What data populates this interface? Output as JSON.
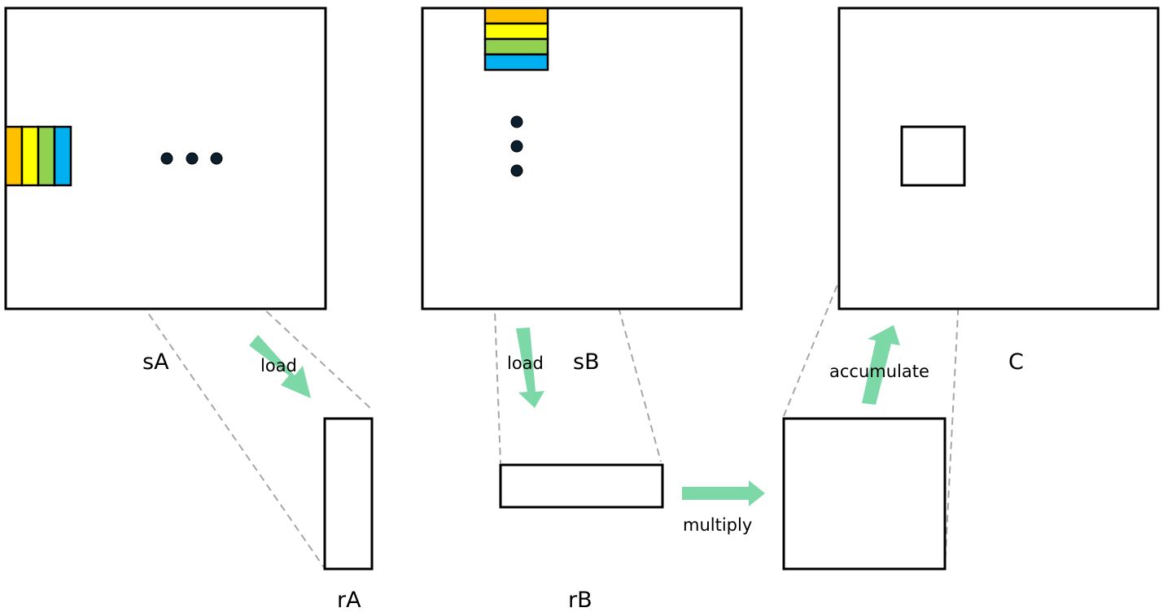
{
  "colors": {
    "orange": "#FFC000",
    "yellow": "#FFFF00",
    "green": "#92D050",
    "blue": "#00B0F0",
    "arrow": "#7DD8A8",
    "guide": "#A6A6A6",
    "dot": "#0B1F2E"
  },
  "labels": {
    "sA": "sA",
    "sB": "sB",
    "C": "C",
    "rA": "rA",
    "rB": "rB",
    "load_a": "load",
    "load_b": "load",
    "multiply": "multiply",
    "accumulate": "accumulate"
  }
}
